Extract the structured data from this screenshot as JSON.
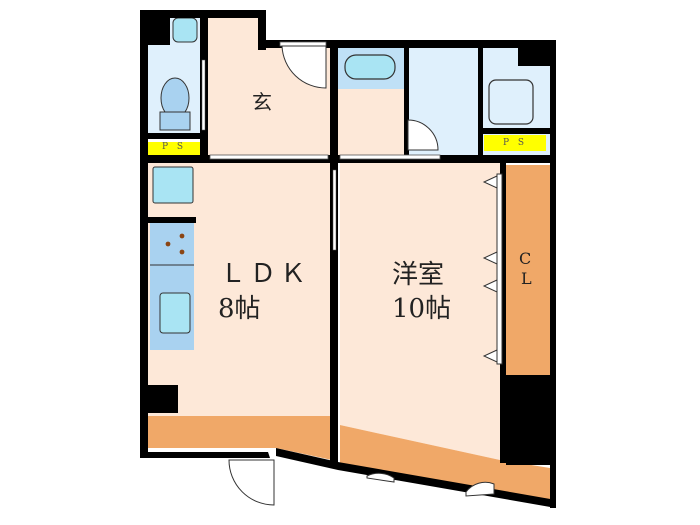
{
  "floorplan": {
    "rooms": {
      "entrance": {
        "label": "玄"
      },
      "ldk": {
        "label": "ＬＤＫ",
        "size": "8帖"
      },
      "western": {
        "label": "洋室",
        "size": "10帖"
      },
      "closet": {
        "label_top": "C",
        "label_bottom": "L"
      }
    },
    "ps_left": "P S",
    "ps_right": "P S"
  },
  "colors": {
    "wall": "#000000",
    "room_floor": "#fde8d8",
    "balcony": "#f0a868",
    "wet_area": "#dff0fc",
    "fixture": "#a9e4f3",
    "ps": "#ffff00"
  }
}
